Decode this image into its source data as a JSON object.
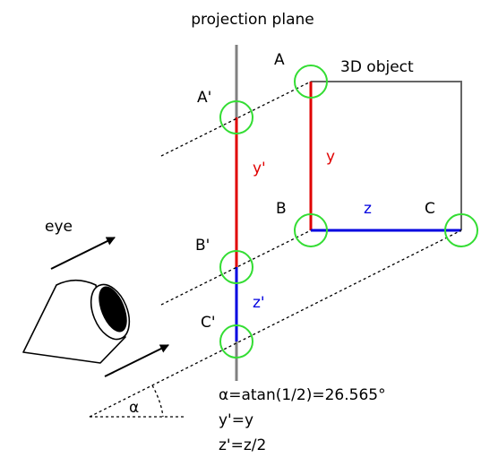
{
  "labels": {
    "projection_plane": "projection plane",
    "object": "3D object",
    "eye": "eye",
    "point_a": "A",
    "point_b": "B",
    "point_c": "C",
    "point_a_proj": "A'",
    "point_b_proj": "B'",
    "point_c_proj": "C'",
    "edge_y": "y",
    "edge_z": "z",
    "edge_y_proj": "y'",
    "edge_z_proj": "z'",
    "angle_symbol": "α",
    "formula_alpha": "α=atan(1/2)=26.565°",
    "formula_y": "y'=y",
    "formula_z": "z'=z/2"
  },
  "colors": {
    "y_edge": "#e00000",
    "z_edge": "#0000e0",
    "point_marker": "#33dd33",
    "plane": "#808080",
    "object_outline": "#666666",
    "ink": "#000000"
  },
  "icons": {
    "eye": "eye-icon",
    "view_direction": "arrow-icon"
  }
}
